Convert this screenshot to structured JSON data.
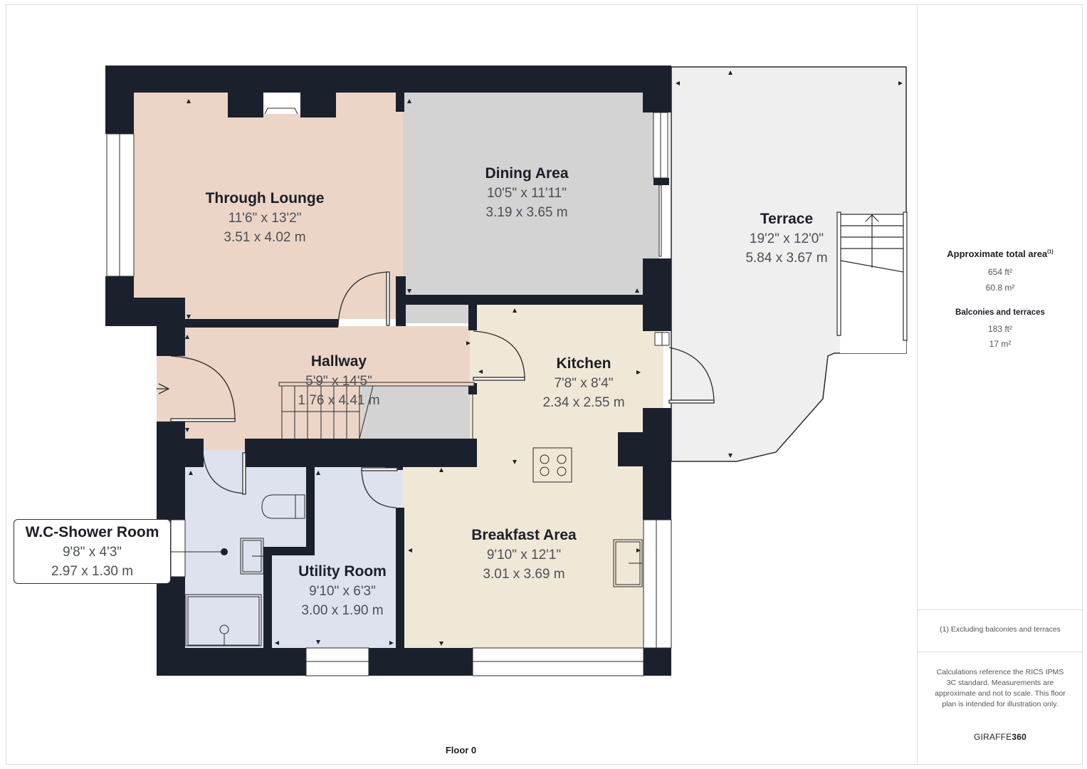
{
  "floor": {
    "label": "Floor 0"
  },
  "rooms": {
    "through_lounge": {
      "name": "Through Lounge",
      "imperial": "11'6\" x 13'2\"",
      "metric": "3.51 x 4.02 m",
      "color": "#ecd5c7"
    },
    "dining_area": {
      "name": "Dining Area",
      "imperial": "10'5\" x 11'11\"",
      "metric": "3.19 x 3.65 m",
      "color": "#d3d3d3"
    },
    "terrace": {
      "name": "Terrace",
      "imperial": "19'2\" x 12'0\"",
      "metric": "5.84 x 3.67 m",
      "color": "#efefef"
    },
    "hallway": {
      "name": "Hallway",
      "imperial": "5'9\" x 14'5\"",
      "metric": "1.76 x 4.41 m",
      "color": "#ecd5c7"
    },
    "kitchen": {
      "name": "Kitchen",
      "imperial": "7'8\" x 8'4\"",
      "metric": "2.34 x 2.55 m",
      "color": "#f0e8d7"
    },
    "wc_shower_room": {
      "name": "W.C-Shower Room",
      "imperial": "9'8\" x 4'3\"",
      "metric": "2.97 x 1.30 m",
      "color": "#dde2ee"
    },
    "utility_room": {
      "name": "Utility Room",
      "imperial": "9'10\" x 6'3\"",
      "metric": "3.00 x 1.90 m",
      "color": "#dde2ee"
    },
    "breakfast_area": {
      "name": "Breakfast Area",
      "imperial": "9'10\" x 12'1\"",
      "metric": "3.01 x 3.69 m",
      "color": "#f0e8d7"
    }
  },
  "summary": {
    "total_area_heading": "Approximate total area",
    "total_area_footnote_mark": "(1)",
    "total_area_ft": "654 ft²",
    "total_area_m": "60.8 m²",
    "balconies_heading": "Balconies and terraces",
    "balconies_ft": "183 ft²",
    "balconies_m": "17 m²",
    "footnote": "(1) Excluding balconies and terraces",
    "disclaimer": "Calculations reference the RICS IPMS 3C standard. Measurements are approximate and not to scale. This floor plan is intended for illustration only.",
    "brand_light": "GIRAFFE",
    "brand_bold": "360"
  },
  "colors": {
    "wall": "#1b212c",
    "line": "#2a2a2a"
  }
}
